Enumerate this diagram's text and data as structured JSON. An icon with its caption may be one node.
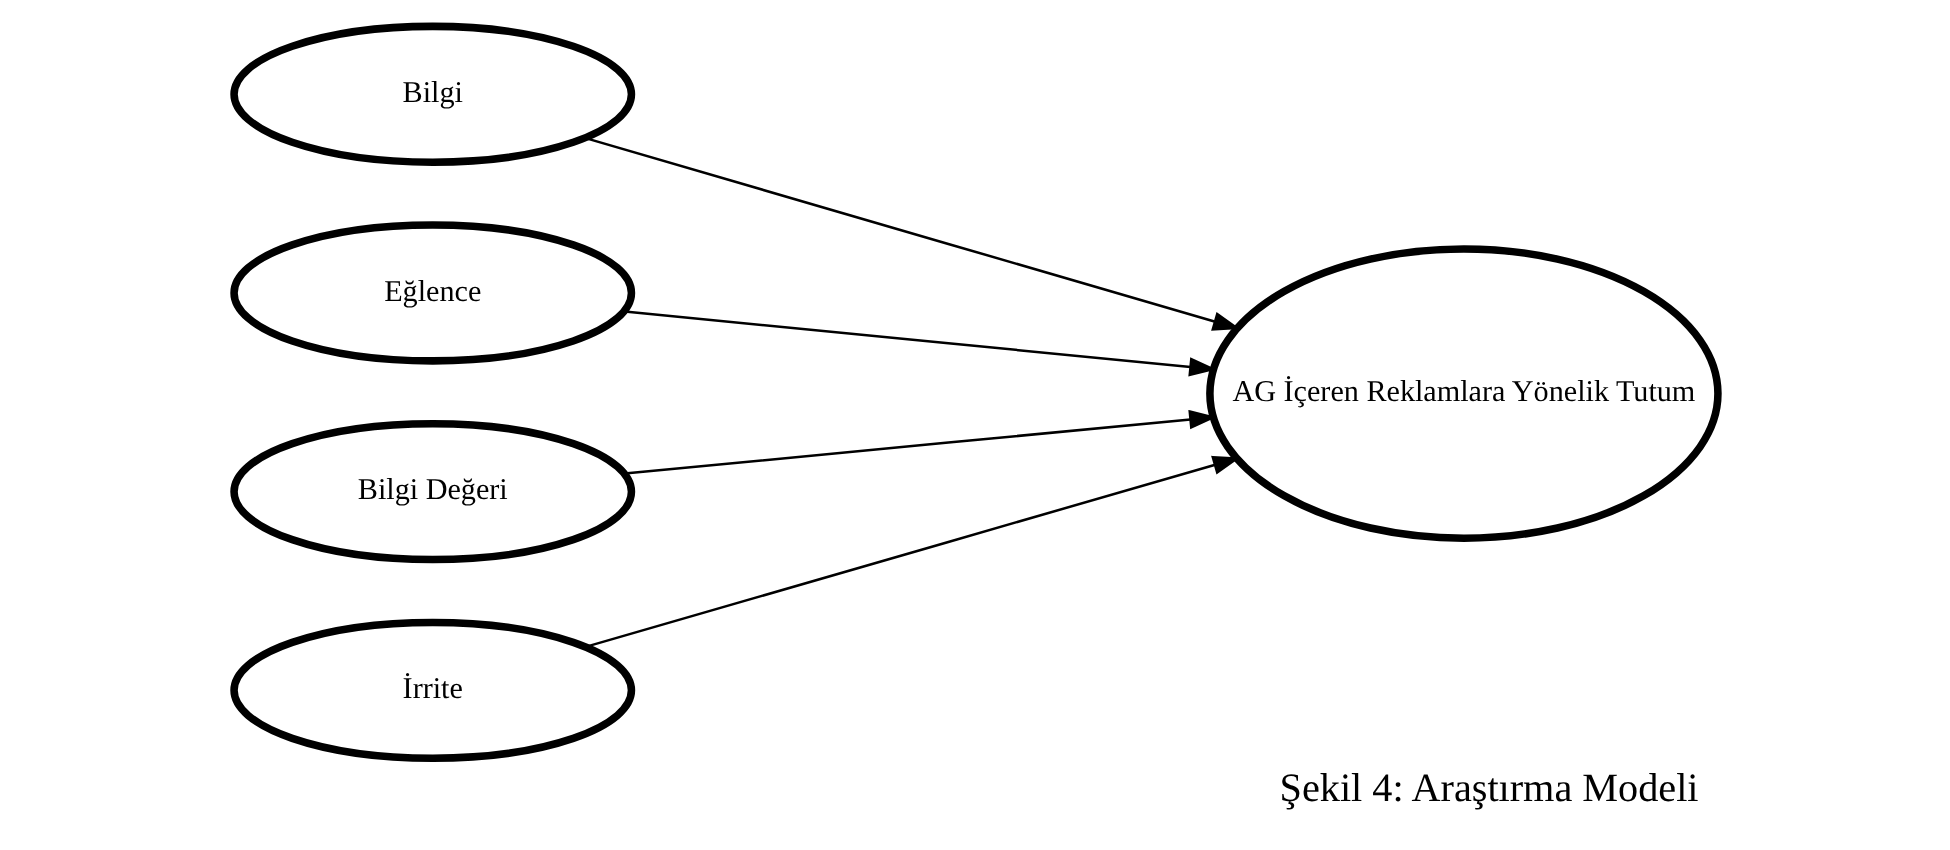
{
  "diagram": {
    "caption": "Şekil 4: Araştırma Modeli",
    "nodes": [
      {
        "text": [
          "Bilgi"
        ]
      },
      {
        "text": [
          "Eğlence"
        ]
      },
      {
        "text": [
          "Bilgi Değeri"
        ]
      },
      {
        "text": [
          "İrrite"
        ]
      },
      {
        "text": [
          "AG İçeren Reklamlara Yönelik Tutum"
        ]
      }
    ],
    "edges": [
      {
        "from": 0,
        "to": 4,
        "arrow": "to"
      },
      {
        "from": 1,
        "to": 4,
        "arrow": "to"
      },
      {
        "from": 2,
        "to": 4,
        "arrow": "to"
      },
      {
        "from": 3,
        "to": 4,
        "arrow": "to"
      }
    ]
  }
}
